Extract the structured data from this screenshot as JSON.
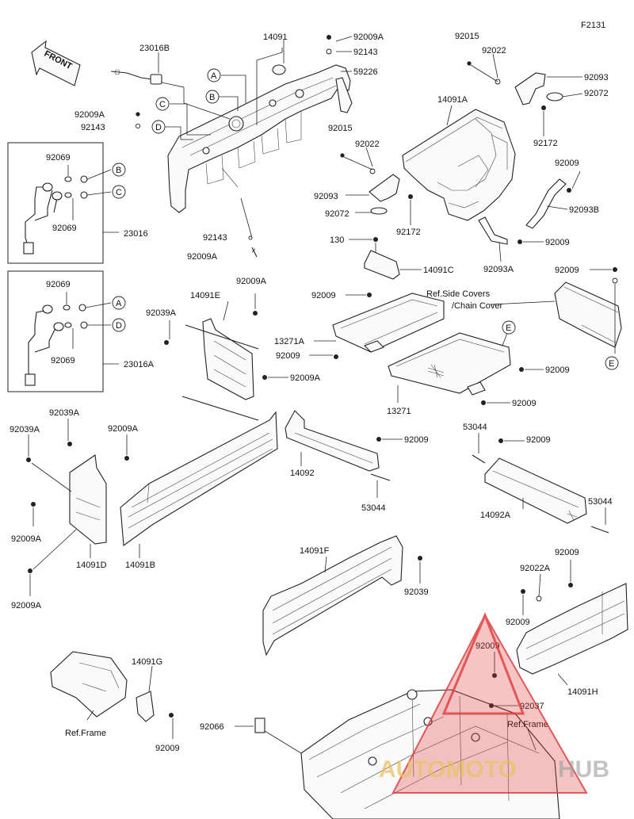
{
  "figure_code": "F2131",
  "front_label": "FRONT",
  "callouts": {
    "a": "A",
    "b": "B",
    "c": "C",
    "d": "D",
    "e": "E"
  },
  "parts": {
    "p14091": "14091",
    "p92009A_top": "92009A",
    "p92143_top": "92143",
    "p59226": "59226",
    "p23016B": "23016B",
    "p92009A_left": "92009A",
    "p92143_left": "92143",
    "p92069_1": "92069",
    "p92069_2": "92069",
    "p23016": "23016",
    "p92143_mid": "92143",
    "p92009A_mid": "92009A",
    "p92069_3": "92069",
    "p92069_4": "92069",
    "p23016A": "23016A",
    "p92015_top": "92015",
    "p92022_top": "92022",
    "p92093_top": "92093",
    "p92072_top": "92072",
    "p92172_top": "92172",
    "p14091A": "14091A",
    "p92015_mid": "92015",
    "p92022_mid": "92022",
    "p92093_mid": "92093",
    "p92072_mid": "92072",
    "p92172_mid": "92172",
    "p92009_a": "92009",
    "p92093B": "92093B",
    "p92009_b": "92009",
    "p92093A": "92093A",
    "p130": "130",
    "p14091C": "14091C",
    "p92009_c": "92009",
    "p92009_d": "92009",
    "p13271A": "13271A",
    "p92009_e": "92009",
    "p92009_f": "92009",
    "p13271": "13271",
    "p92009_g": "92009",
    "p92009A_e": "92009A",
    "p14091E": "14091E",
    "p92039A_a": "92039A",
    "p92009A_f": "92009A",
    "p92039A_b": "92039A",
    "p92039A_c": "92039A",
    "p92009A_g": "92009A",
    "p92009A_h": "92009A",
    "p14091D": "14091D",
    "p92009A_i": "92009A",
    "p14091B": "14091B",
    "p92009_h": "92009",
    "p14092": "14092",
    "p53044_a": "53044",
    "p53044_b": "53044",
    "p92009_i": "92009",
    "p14092A": "14092A",
    "p53044_c": "53044",
    "p14091F": "14091F",
    "p92039": "92039",
    "p92009_j": "92009",
    "p92022A": "92022A",
    "p92009_k": "92009",
    "p92009_l": "92009",
    "p14091H": "14091H",
    "p92037": "92037",
    "p14091G": "14091G",
    "p92009_m": "92009",
    "p92066": "92066"
  },
  "refs": {
    "side_covers_1": "Ref.Side Covers",
    "side_covers_2": "/Chain Cover",
    "frame_left": "Ref.Frame",
    "frame_right": "Ref.Frame"
  },
  "watermark": {
    "text_1": "AUTOMOTO",
    "text_2": "HUB",
    "color": "#e03a3a"
  },
  "colors": {
    "line": "#222222",
    "watermark": "#e03a3a"
  }
}
